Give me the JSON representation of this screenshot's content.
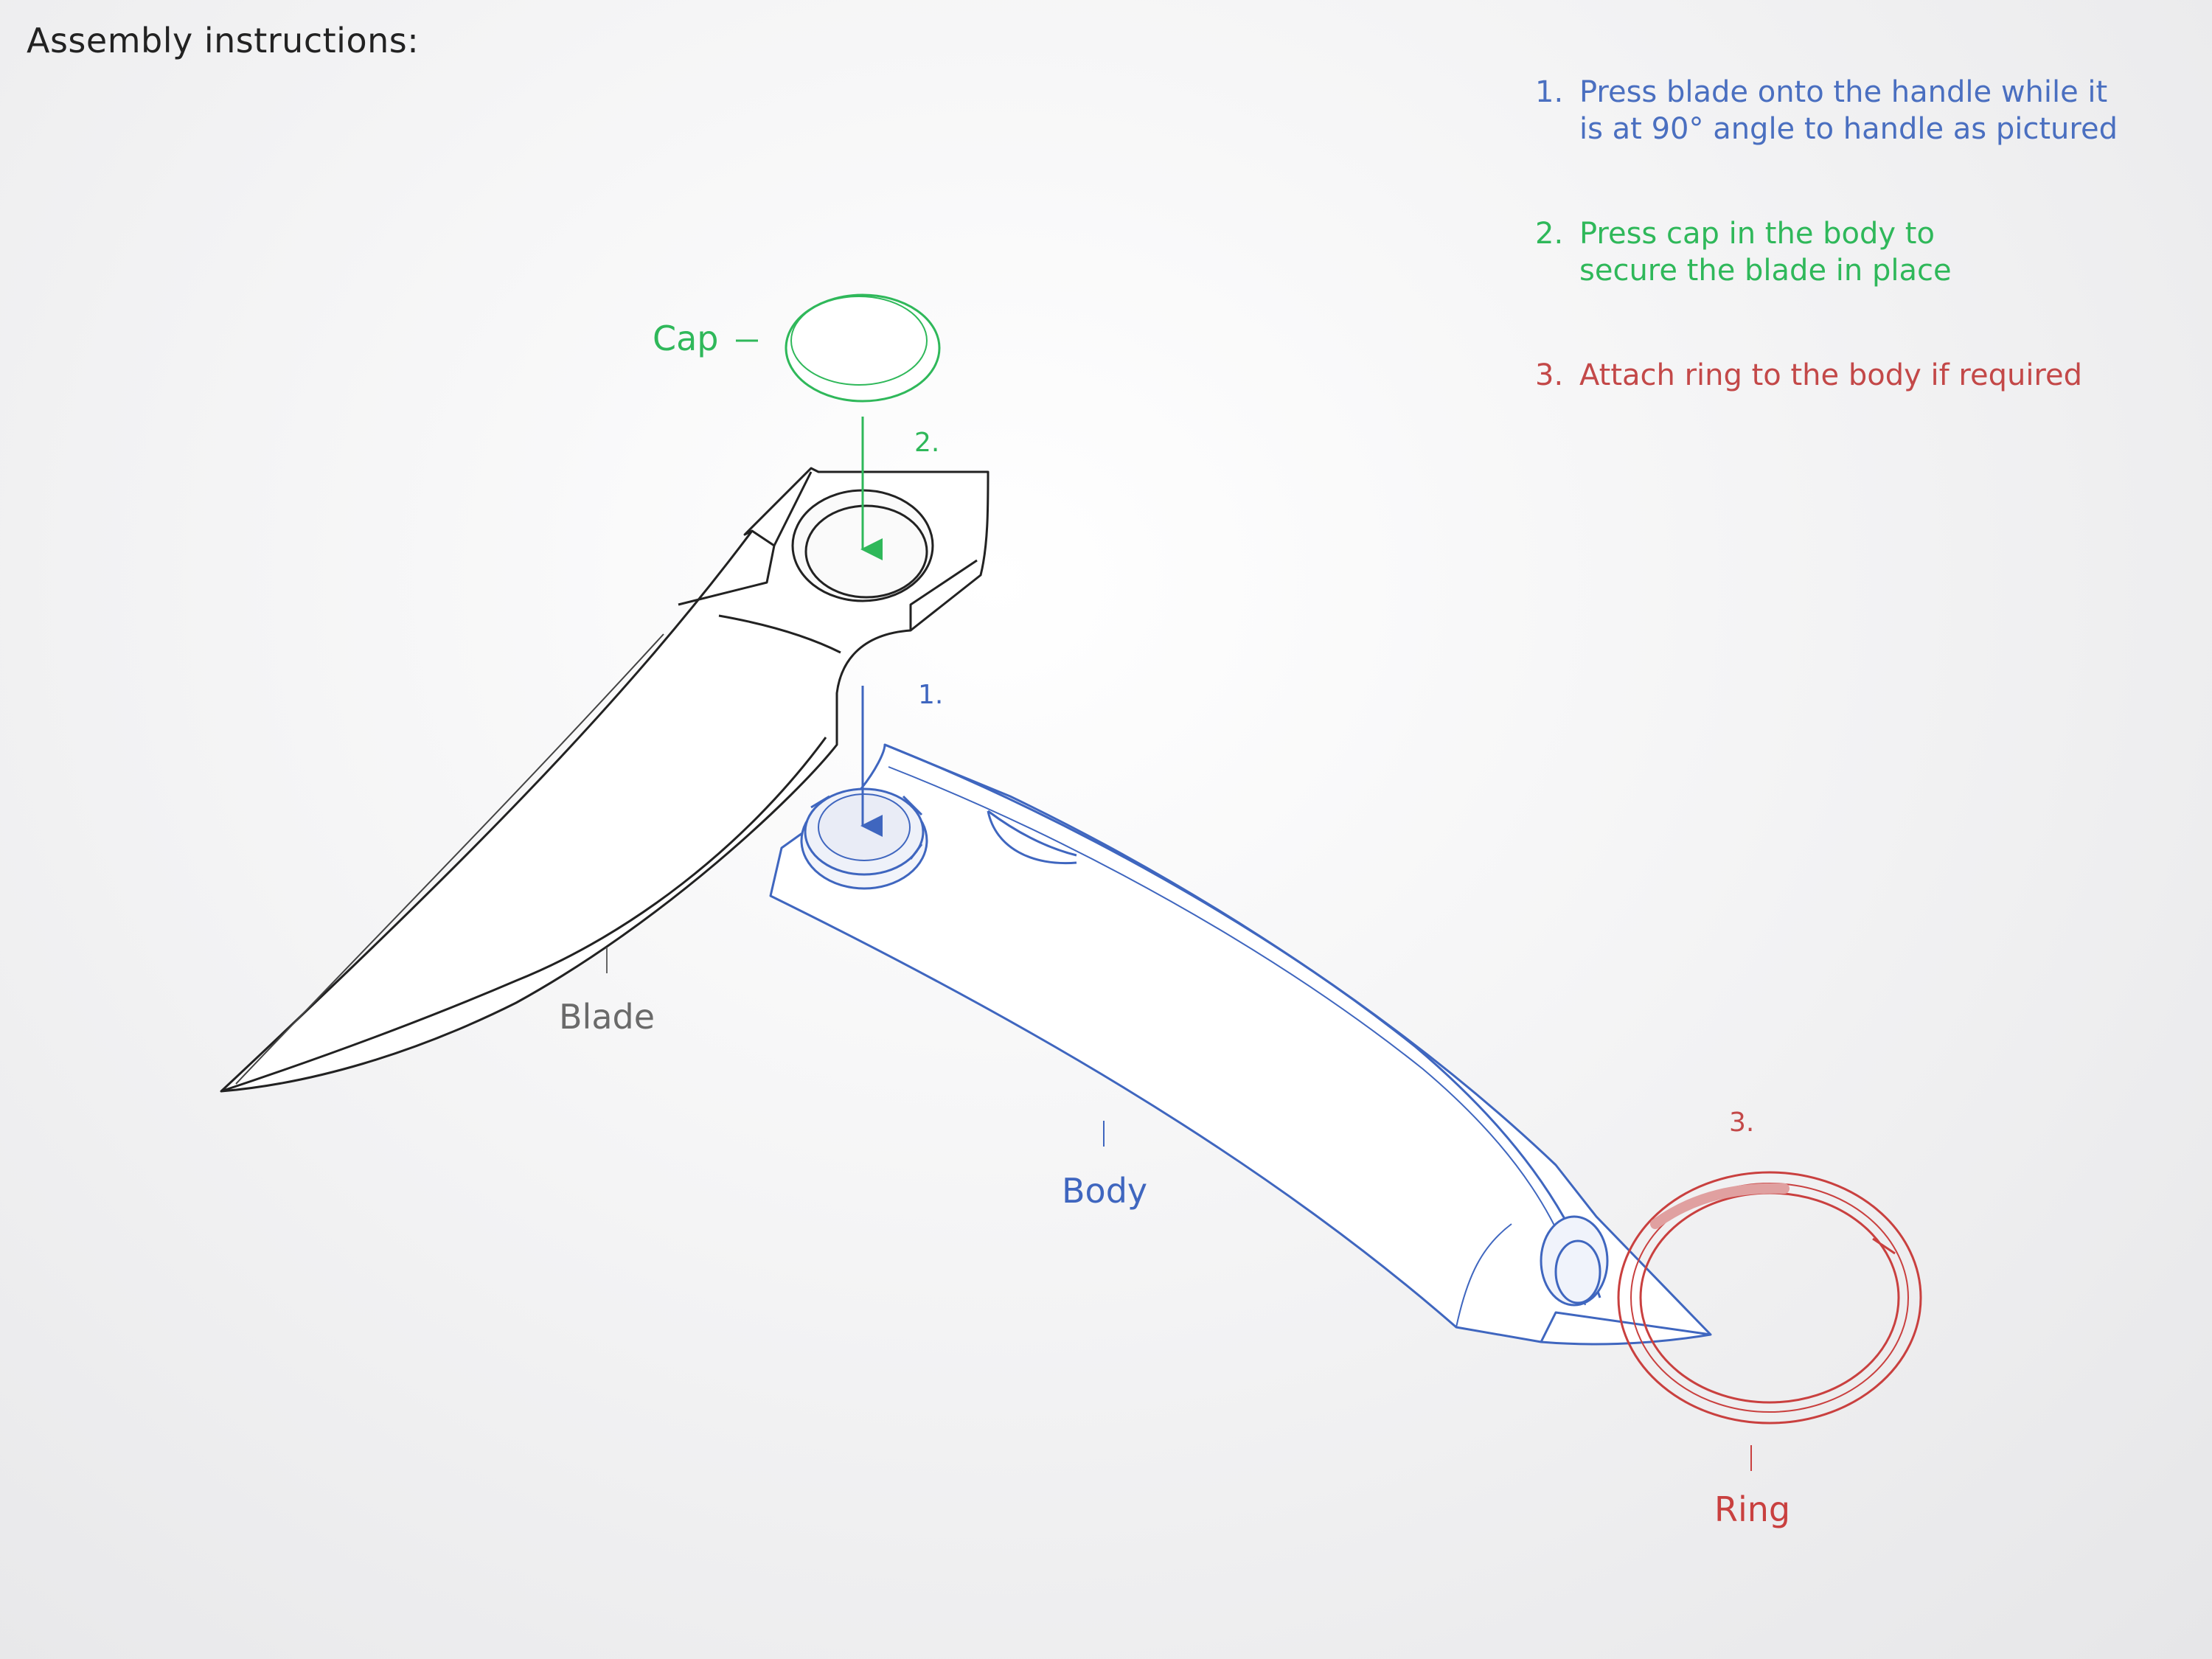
{
  "title": "Assembly instructions:",
  "colors": {
    "blade": "#222222",
    "body": "#3f66bf",
    "cap": "#2fb85a",
    "ring": "#c9403f",
    "label_gray": "#6a6a6a"
  },
  "instructions": [
    {
      "number": "1.",
      "text": "Press blade onto the handle while it is at 90° angle to handle as pictured",
      "color": "#4a6fc0"
    },
    {
      "number": "2.",
      "text": "Press cap in the body to secure the blade in place",
      "color": "#2fb85a"
    },
    {
      "number": "3.",
      "text": "Attach ring to the body if required",
      "color": "#c34848"
    }
  ],
  "parts": {
    "cap": "Cap",
    "blade": "Blade",
    "body": "Body",
    "ring": "Ring"
  },
  "step_markers": {
    "one": "1.",
    "two": "2.",
    "three": "3."
  }
}
